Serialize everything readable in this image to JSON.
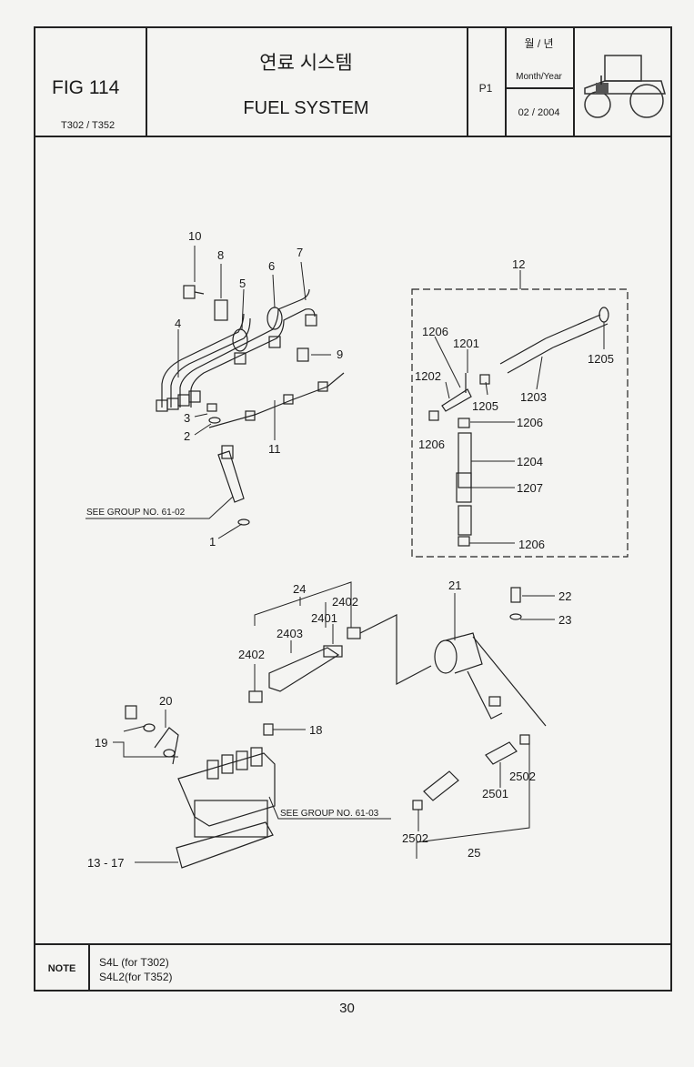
{
  "header": {
    "fig_label": "FIG 114",
    "model": "T302 / T352",
    "title_korean": "연료 시스템",
    "title_english": "FUEL SYSTEM",
    "page": "P1",
    "date_korean": "월 / 년",
    "date_label": "Month/Year",
    "date_value": "02 / 2004"
  },
  "diagram": {
    "refs": {
      "r10": "10",
      "r8": "8",
      "r7": "7",
      "r6": "6",
      "r5": "5",
      "r4": "4",
      "r9": "9",
      "r3": "3",
      "r2": "2",
      "r11": "11",
      "r1": "1",
      "r12": "12",
      "r1206a": "1206",
      "r1201": "1201",
      "r1202": "1202",
      "r1205a": "1205",
      "r1205b": "1205",
      "r1203": "1203",
      "r1206b": "1206",
      "r1206c": "1206",
      "r1204": "1204",
      "r1207": "1207",
      "r1206d": "1206",
      "r24": "24",
      "r2402a": "2402",
      "r2401": "2401",
      "r2403": "2403",
      "r2402b": "2402",
      "r21": "21",
      "r22": "22",
      "r23": "23",
      "r20": "20",
      "r19": "19",
      "r18": "18",
      "r2502a": "2502",
      "r2501": "2501",
      "r2502b": "2502",
      "r25": "25",
      "r13_17": "13 - 17"
    },
    "see_group_1": "SEE GROUP NO. 61-02",
    "see_group_2": "SEE GROUP NO. 61-03"
  },
  "note": {
    "label": "NOTE",
    "line1": "S4L  (for T302)",
    "line2": "S4L2(for T352)"
  },
  "page_number": "30"
}
